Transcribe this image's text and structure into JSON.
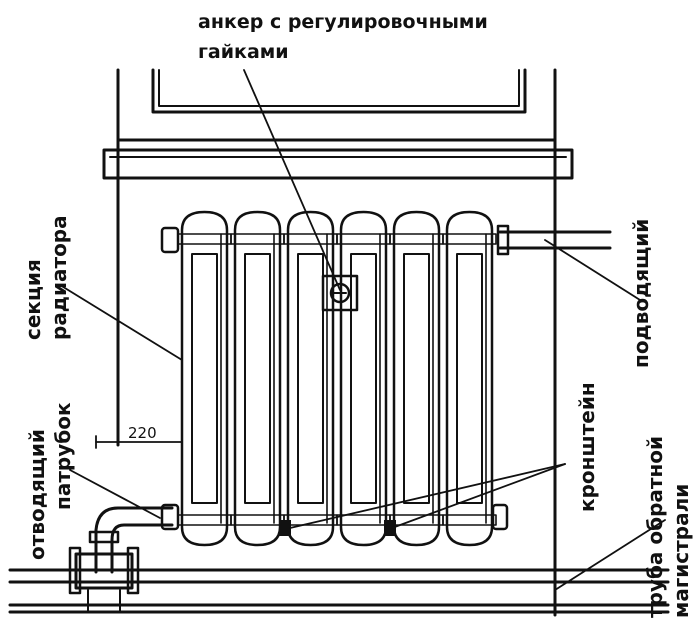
{
  "labels": {
    "anchor_line1": "анкер с регулировочными",
    "anchor_line2": "гайками",
    "section_line1": "секция",
    "section_line2": "радиатора",
    "outlet_line1": "отводящий",
    "outlet_line2": "патрубок",
    "supply": "подводящий",
    "bracket": "кронштейн",
    "return_line1": "труба обратной",
    "return_line2": "магистрали"
  },
  "dimensions": {
    "offset": "220"
  },
  "radiator": {
    "section_count": 6
  }
}
